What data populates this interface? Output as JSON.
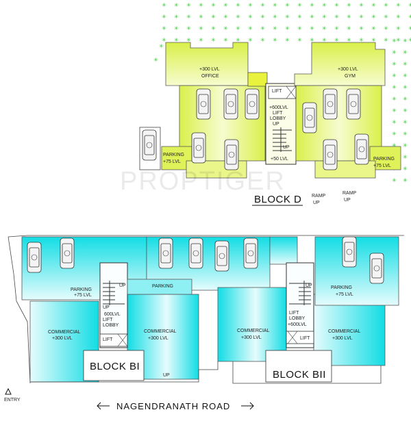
{
  "block_d": {
    "title": "BLOCK D",
    "office_lvl": "+300 LVL",
    "office": "OFFICE",
    "gym_lvl": "+300 LVL",
    "gym": "GYM",
    "lift": "LIFT",
    "lobby_line1": "+600LVL",
    "lobby_line2": "LIFT",
    "lobby_line3": "LOBBY",
    "lobby_up": "UP",
    "stair_up": "UP",
    "stair_lvl": "+50 LVL",
    "parking_left_1": "PARKING",
    "parking_left_2": "+75 LVL",
    "parking_right_1": "PARKING",
    "parking_right_2": "+75 LVL",
    "ramp1_1": "RAMP",
    "ramp1_2": "UP",
    "ramp2_1": "RAMP",
    "ramp2_2": "UP"
  },
  "block_bi": {
    "title": "BLOCK BI",
    "parking_1": "PARKING",
    "parking_2": "+75 LVL",
    "parking_mid": "PARKING",
    "stair_up": "UP",
    "lobby_up": "UP",
    "lobby_lvl": "600LVL",
    "lobby_lift": "LIFT",
    "lobby": "LOBBY",
    "lift": "LIFT",
    "comm_left_1": "COMMERCIAL",
    "comm_left_2": "+300 LVL",
    "comm_right_1": "COMMERCIAL",
    "comm_right_2": "+300 LVL",
    "bottom_up": "UP"
  },
  "block_bii": {
    "title": "BLOCK BII",
    "parking_1": "PARKING",
    "parking_2": "+75 LVL",
    "stair_up": "UP",
    "lobby_lift": "LIFT",
    "lobby": "LOBBY",
    "lobby_lvl": "+600LVL",
    "lift": "LIFT",
    "comm_left_1": "COMMERCIAL",
    "comm_left_2": "+300 LVL",
    "comm_right_1": "COMMERCIAL",
    "comm_right_2": "+300 LVL"
  },
  "site": {
    "road": "NAGENDRANATH ROAD",
    "entry": "ENTRY",
    "watermark": "PROPTIGER"
  },
  "cars": [
    "1",
    "2",
    "3",
    "4",
    "5",
    "6",
    "7",
    "8",
    "9",
    "10",
    "11",
    "12"
  ],
  "colors": {
    "yellow": "#dff25a",
    "yellow_light": "#f6fbc7",
    "cyan": "#1ee3e9",
    "cyan_light": "#c6f8fa",
    "tree": "#1fd21f"
  }
}
